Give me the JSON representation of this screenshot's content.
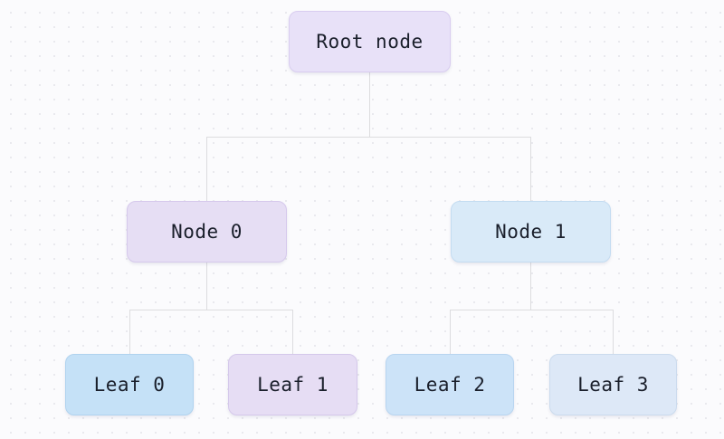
{
  "diagram": {
    "type": "tree",
    "direction": "top-down",
    "levels": 3
  },
  "nodes": [
    {
      "id": "root",
      "label": "Root node",
      "fill": "#e8e1f8",
      "border": "#d9cdf0"
    },
    {
      "id": "node-0",
      "label": "Node 0",
      "fill": "#e6def4",
      "border": "#d6c9ec"
    },
    {
      "id": "node-1",
      "label": "Node 1",
      "fill": "#d9eaf8",
      "border": "#c4dcf1"
    },
    {
      "id": "leaf-0",
      "label": "Leaf 0",
      "fill": "#c5e1f7",
      "border": "#b0d3ef"
    },
    {
      "id": "leaf-1",
      "label": "Leaf 1",
      "fill": "#e6ddf4",
      "border": "#d5c8eb"
    },
    {
      "id": "leaf-2",
      "label": "Leaf 2",
      "fill": "#cce3f8",
      "border": "#b8d5f0"
    },
    {
      "id": "leaf-3",
      "label": "Leaf 3",
      "fill": "#dde8f7",
      "border": "#cbdbee"
    }
  ],
  "edges": [
    {
      "from": "Root node",
      "to": "Node 0"
    },
    {
      "from": "Root node",
      "to": "Node 1"
    },
    {
      "from": "Node 0",
      "to": "Leaf 0"
    },
    {
      "from": "Node 0",
      "to": "Leaf 1"
    },
    {
      "from": "Node 1",
      "to": "Leaf 2"
    },
    {
      "from": "Node 1",
      "to": "Leaf 3"
    }
  ],
  "colors": {
    "background": "#fbfbfd",
    "grid_dot": "#e0e0e8",
    "connector": "#dcdcdf",
    "text": "#1a1f2b"
  }
}
